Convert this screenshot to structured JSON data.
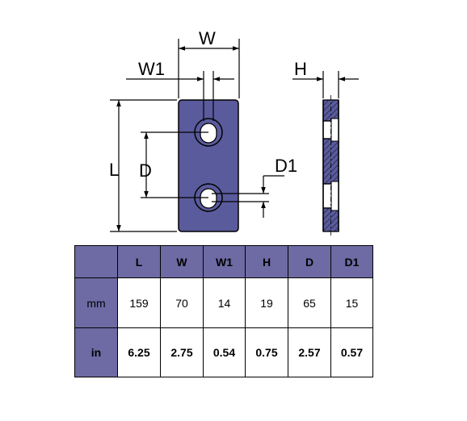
{
  "drawing": {
    "labels": {
      "width": "W",
      "slot_width": "W1",
      "thickness": "H",
      "length": "L",
      "hole_spacing": "D",
      "hole_diameter": "D1"
    },
    "colors": {
      "plate_fill": "#5a5b9c",
      "table_header": "#6e6aa4",
      "outline": "#000000"
    }
  },
  "table": {
    "columns": [
      "",
      "L",
      "W",
      "W1",
      "H",
      "D",
      "D1"
    ],
    "rows": [
      {
        "label": "mm",
        "values": [
          "159",
          "70",
          "14",
          "19",
          "65",
          "15"
        ]
      },
      {
        "label": "in",
        "values": [
          "6.25",
          "2.75",
          "0.54",
          "0.75",
          "2.57",
          "0.57"
        ]
      }
    ]
  }
}
